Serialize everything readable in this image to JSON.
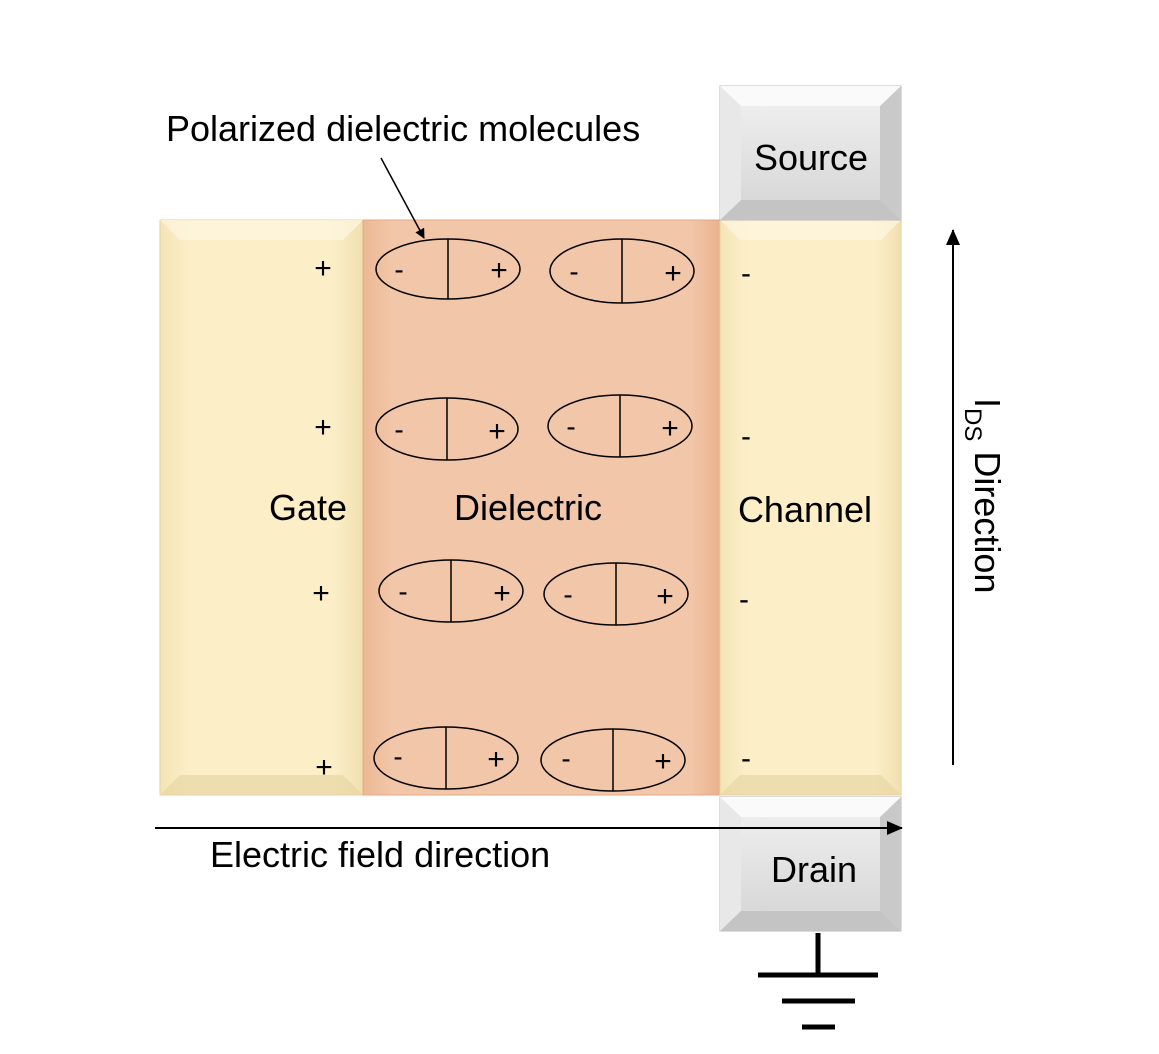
{
  "regions": {
    "gate": "Gate",
    "dielectric": "Dielectric",
    "channel": "Channel",
    "source": "Source",
    "drain": "Drain"
  },
  "annotations": {
    "polarized_molecules": "Polarized dielectric molecules",
    "electric_field": "Electric field direction",
    "ids_main": "I",
    "ids_sub": "DS",
    "ids_rest": " Direction"
  },
  "charges": {
    "gate_sign": "+",
    "channel_sign": "-",
    "dipole_negative": "-",
    "dipole_positive": "+"
  },
  "colors": {
    "gate_fill": "#fcefc8",
    "channel_fill": "#fcefc8",
    "dielectric_fill": "#f2c6a8",
    "terminal_fill": "#dcdcdc",
    "arrow_glow": "#f4b183"
  },
  "icons": {
    "ground": "ground-icon"
  }
}
